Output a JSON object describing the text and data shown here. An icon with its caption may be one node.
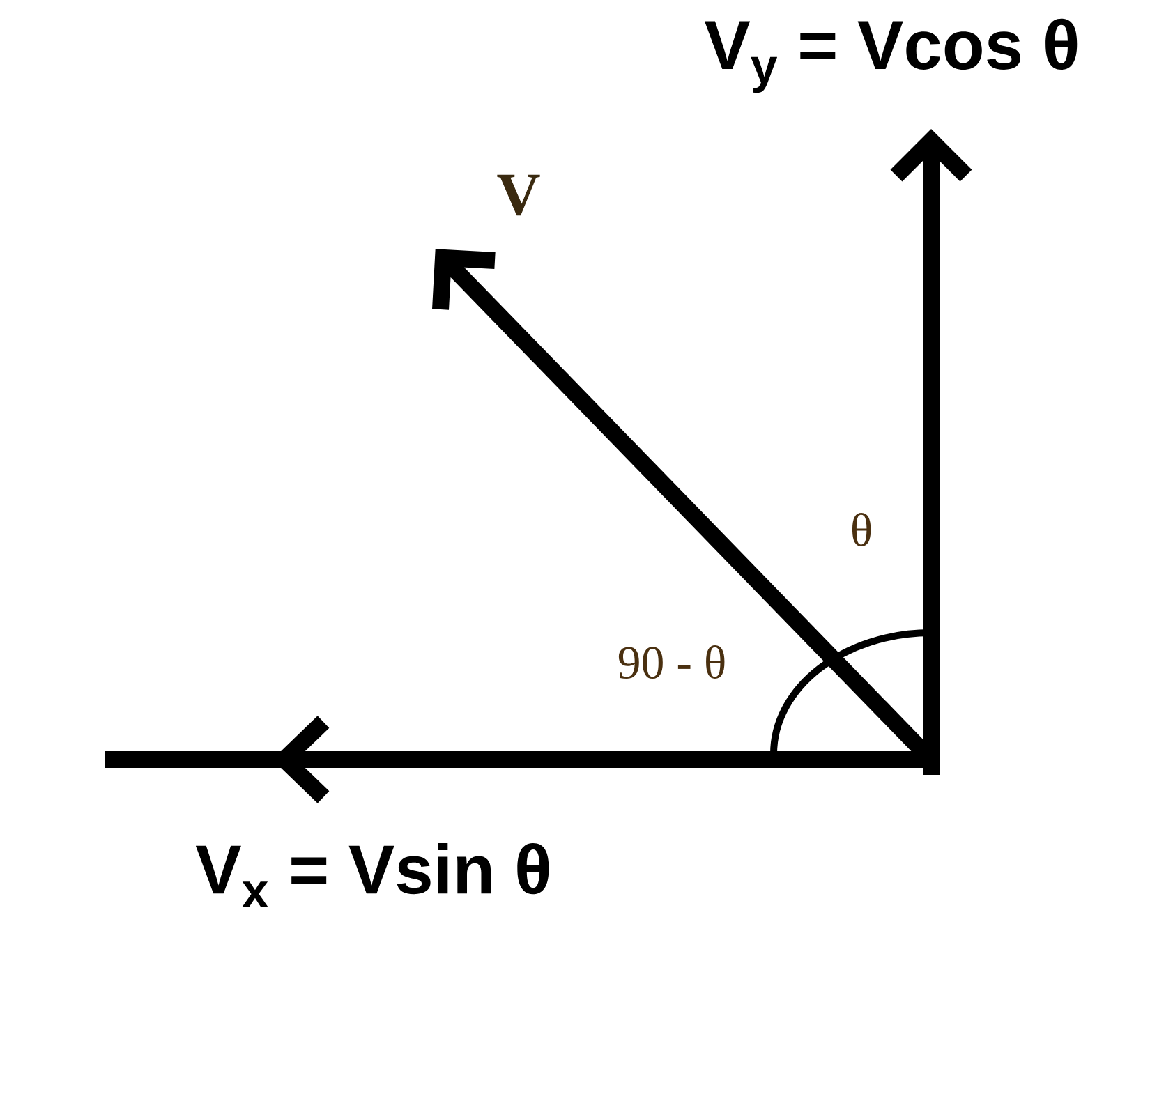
{
  "diagram": {
    "labels": [
      "V$_{y}$ = Vcos θ",
      "V",
      "θ",
      "90 - θ",
      "V$_{x}$ = Vsin θ"
    ]
  }
}
